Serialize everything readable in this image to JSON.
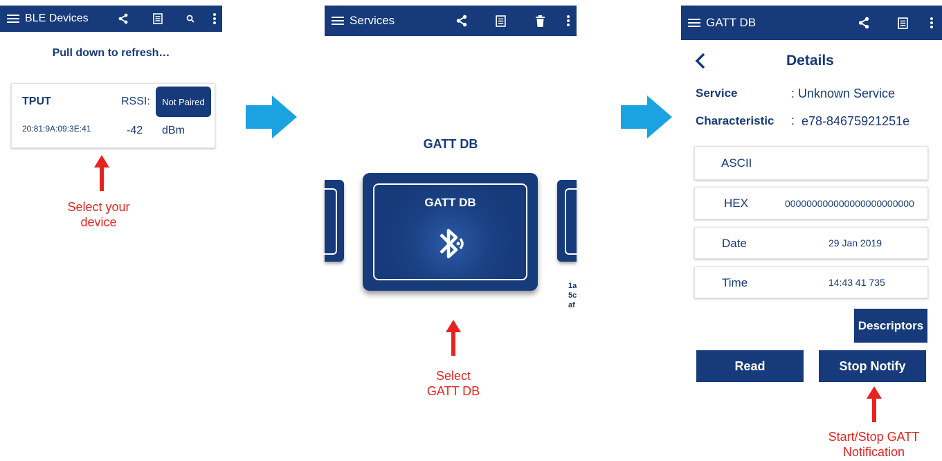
{
  "colors": {
    "accent": "#163a7a",
    "arrow_blue": "#1aa3e0",
    "annotation_red": "#e8231f"
  },
  "panel1": {
    "toolbar": {
      "title": "BLE Devices",
      "icons": [
        "menu-icon",
        "share-icon",
        "log-icon",
        "search-icon",
        "overflow-icon"
      ]
    },
    "refresh_text": "Pull down to refresh…",
    "device": {
      "name": "TPUT",
      "address": "20:81:9A:09:3E:41",
      "rssi_label": "RSSI:",
      "rssi_value": "-42",
      "rssi_unit": "dBm",
      "pair_button": "Not Paired"
    },
    "annotation": {
      "line1": "Select your",
      "line2": "device"
    }
  },
  "panel2": {
    "toolbar": {
      "title": "Services",
      "icons": [
        "menu-icon",
        "share-icon",
        "log-icon",
        "delete-icon",
        "overflow-icon"
      ]
    },
    "heading": "GATT DB",
    "card_title": "GATT DB",
    "side_text": [
      "1a",
      "5c",
      "af"
    ],
    "annotation": {
      "line1": "Select",
      "line2": "GATT DB"
    }
  },
  "panel3": {
    "toolbar": {
      "title": "GATT DB",
      "icons": [
        "menu-icon",
        "share-icon",
        "log-icon",
        "overflow-icon"
      ]
    },
    "details_title": "Details",
    "service_label": "Service",
    "service_value": ": Unknown Service",
    "characteristic_label": "Characteristic",
    "characteristic_value": "e78-84675921251e",
    "fields": [
      {
        "label": "ASCII",
        "value": ""
      },
      {
        "label": "HEX",
        "value": "000000000000000000000000"
      },
      {
        "label": "Date",
        "value": "29 Jan 2019"
      },
      {
        "label": "Time",
        "value": "14:43 41 735"
      }
    ],
    "descriptors_button": "Descriptors",
    "read_button": "Read",
    "notify_button": "Stop Notify",
    "annotation": {
      "line1": "Start/Stop GATT",
      "line2": "Notification"
    }
  }
}
